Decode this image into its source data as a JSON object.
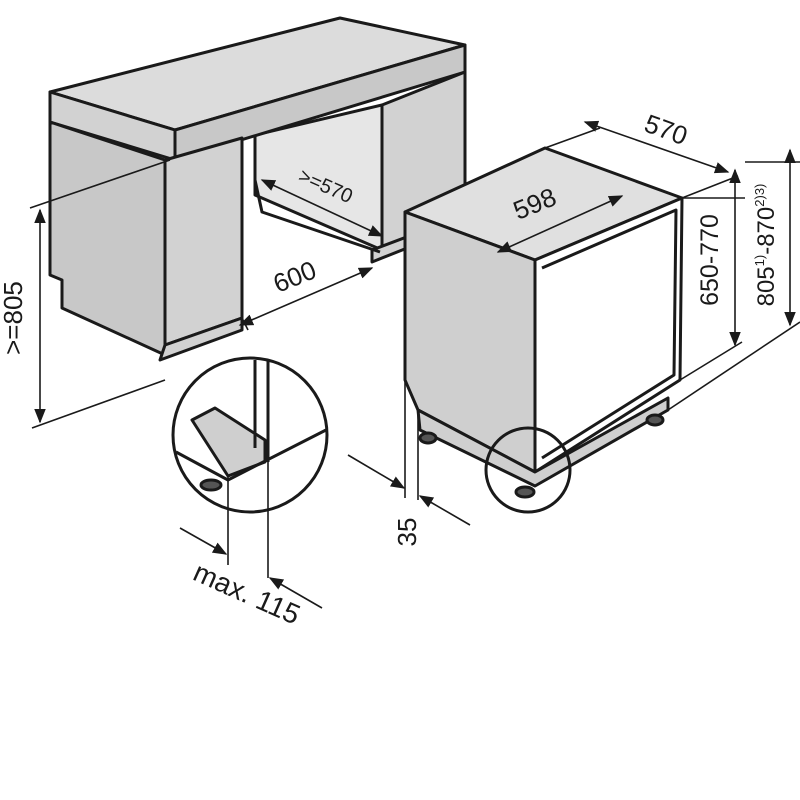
{
  "dimensions": {
    "cabinet_height": ">=805",
    "niche_depth": ">=570",
    "niche_width": "600",
    "unit_width": "598",
    "unit_depth": "570",
    "door_height": "650-770",
    "unit_height_part_a": "805",
    "unit_height_sup_a": "1)",
    "unit_height_part_b": "-870",
    "unit_height_sup_b": "2)3)",
    "plinth_setback": "35",
    "door_overhang": "max. 115"
  },
  "colors": {
    "stroke": "#1a1a1a",
    "cabinet_top": "#dcdcdc",
    "cabinet_side": "#c8c8c8",
    "cabinet_front": "#d2d2d2",
    "niche_back": "#e6e6e6",
    "appliance_top": "#e0e0e0",
    "appliance_side": "#cfcfcf",
    "appliance_front": "#ffffff",
    "background": "#ffffff"
  }
}
